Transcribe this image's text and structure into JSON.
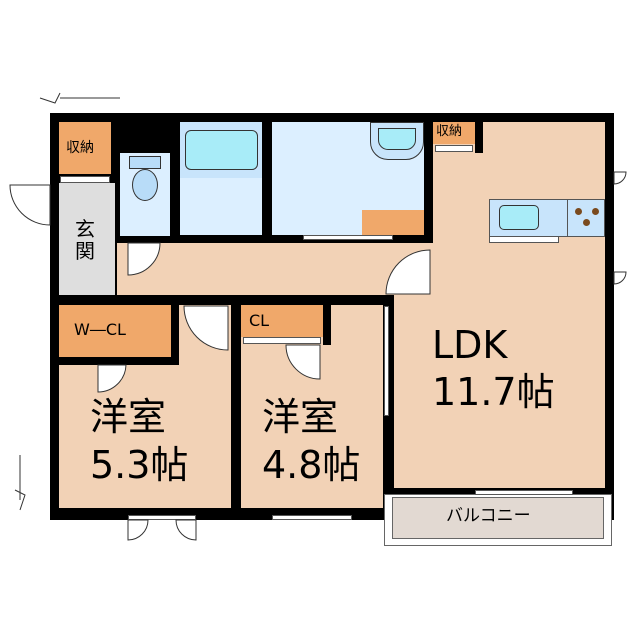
{
  "plan": {
    "rooms": [
      {
        "id": "ldk",
        "name": "LDK",
        "size": "11.7帖"
      },
      {
        "id": "western1",
        "name": "洋室",
        "size": "5.3帖"
      },
      {
        "id": "western2",
        "name": "洋室",
        "size": "4.8帖"
      },
      {
        "id": "entrance",
        "name": "玄関"
      },
      {
        "id": "balcony",
        "name": "バルコニー"
      }
    ],
    "storage": [
      {
        "id": "storage-entrance",
        "label": "収納"
      },
      {
        "id": "storage-ldk",
        "label": "収納"
      },
      {
        "id": "wcl",
        "label": "W―CL"
      },
      {
        "id": "cl",
        "label": "CL"
      }
    ],
    "fixtures": [
      "toilet",
      "bathtub",
      "washbasin",
      "washing-machine-space",
      "kitchen-sink",
      "stove"
    ],
    "colors": {
      "room": "#f2d2b6",
      "wet": "#dcefff",
      "storage": "#f0a86a",
      "entrance": "#dedede",
      "balcony": "#e2d9d2",
      "wall": "#000000",
      "fixture": "#a8ecf8"
    }
  }
}
